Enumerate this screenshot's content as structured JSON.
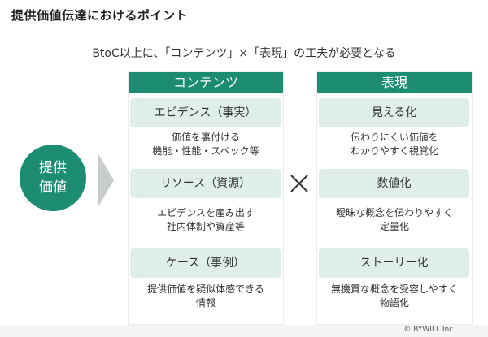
{
  "title": "提供価値伝達におけるポイント",
  "subtitle": "BtoC以上に、「コンテンツ」×「表現」の工夫が必要となる",
  "center": {
    "line1": "提供",
    "line2": "価値"
  },
  "left_column": {
    "header": "コンテンツ",
    "items": [
      {
        "label": "エビデンス（事実）",
        "desc1": "価値を裏付ける",
        "desc2": "機能・性能・スペック等"
      },
      {
        "label": "リソース（資源）",
        "desc1": "エビデンスを産み出す",
        "desc2": "社内体制や資産等"
      },
      {
        "label": "ケース（事例）",
        "desc1": "提供価値を疑似体感できる",
        "desc2": "情報"
      }
    ]
  },
  "right_column": {
    "header": "表現",
    "items": [
      {
        "label": "見える化",
        "desc1": "伝わりにくい価値を",
        "desc2": "わかりやすく視覚化"
      },
      {
        "label": "数値化",
        "desc1": "曖昧な概念を伝わりやすく",
        "desc2": "定量化"
      },
      {
        "label": "ストーリー化",
        "desc1": "無機質な概念を受容しやすく",
        "desc2": "物語化"
      }
    ]
  },
  "copyright": "© BYWILL Inc.",
  "colors": {
    "accent": "#1c8c73",
    "pill": "#dfeee9",
    "chevron": "#c8cccc"
  }
}
